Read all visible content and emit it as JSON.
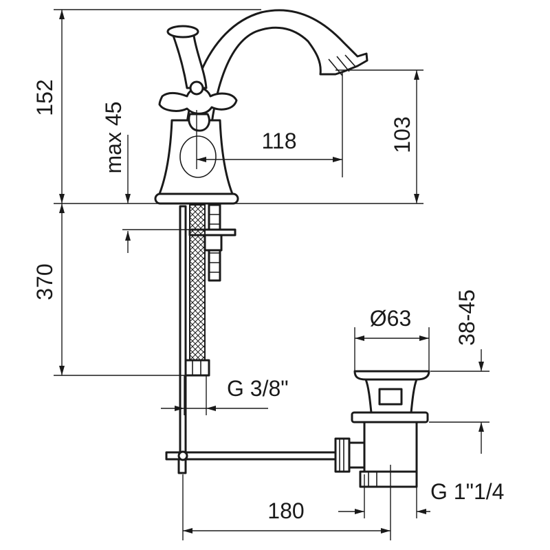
{
  "dimensions": {
    "tap_height": "152",
    "flange_adjust": "max 45",
    "spout_reach": "118",
    "spout_height": "103",
    "hose_length": "370",
    "hose_thread": "G 3/8\"",
    "waste_diameter": "Ø63",
    "basin_thickness": "38-45",
    "waste_thread": "G 1\"1/4",
    "rod_length": "180"
  }
}
